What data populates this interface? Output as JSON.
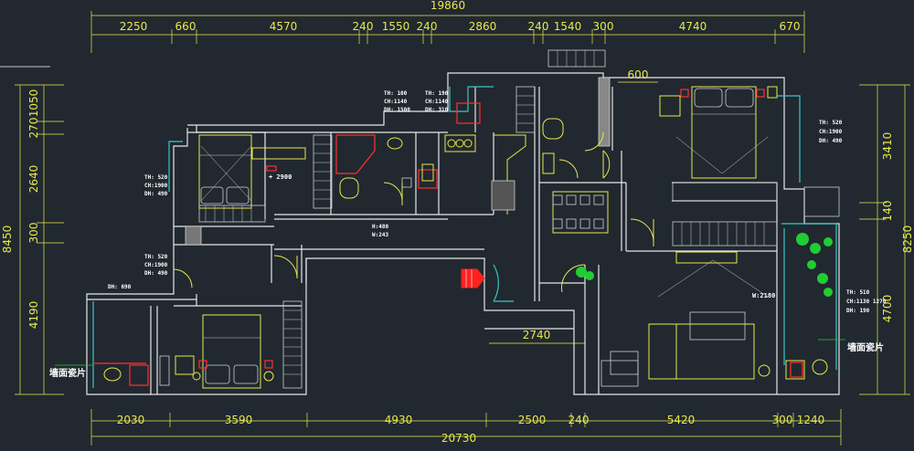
{
  "dimensions": {
    "top_total": "19860",
    "top_segments": [
      "2250",
      "660",
      "4570",
      "240",
      "1550",
      "240",
      "2860",
      "240",
      "1540",
      "300",
      "4740",
      "670"
    ],
    "bottom_total": "20730",
    "bottom_segments": [
      "2030",
      "3590",
      "4930",
      "2500",
      "240",
      "5420",
      "300",
      "1240"
    ],
    "left_total": "8450",
    "left_segments": [
      "1050",
      "270",
      "2640",
      "300",
      "4190"
    ],
    "right_total": "8250",
    "right_segments": [
      "3410",
      "140",
      "4700"
    ],
    "inner_600": "600",
    "inner_2740": "2740",
    "inner_2900": "+ 2900",
    "inner_w2180": "W:2180"
  },
  "notes": {
    "room_left_top": [
      "TH: 520",
      "CH:1900",
      "DH: 490"
    ],
    "room_left_bottom": [
      "TH: 520",
      "CH:1900",
      "DH: 490"
    ],
    "room_left_bottom_dh": "DH: 690",
    "bath_1": [
      "TH: 100",
      "CH:1140",
      "DH: 1500"
    ],
    "bath_2": [
      "TH: 190",
      "CH:1140",
      "DH: 310"
    ],
    "master": [
      "TH: 520",
      "CH:1900",
      "DH: 490"
    ],
    "balcony": [
      "TH: 510",
      "CH:1130 1270",
      "DH: 190"
    ],
    "corridor": [
      "H:480",
      "W:243"
    ]
  },
  "labels": {
    "wall_tile_left": "墙面瓷片",
    "wall_tile_right": "墙面瓷片"
  },
  "colors": {
    "background": "#212830",
    "dimension": "#e8e84a",
    "wall": "#e6e6e6",
    "glass": "#39c6c8",
    "accent_red": "#ff3030",
    "plant": "#22cc33"
  }
}
